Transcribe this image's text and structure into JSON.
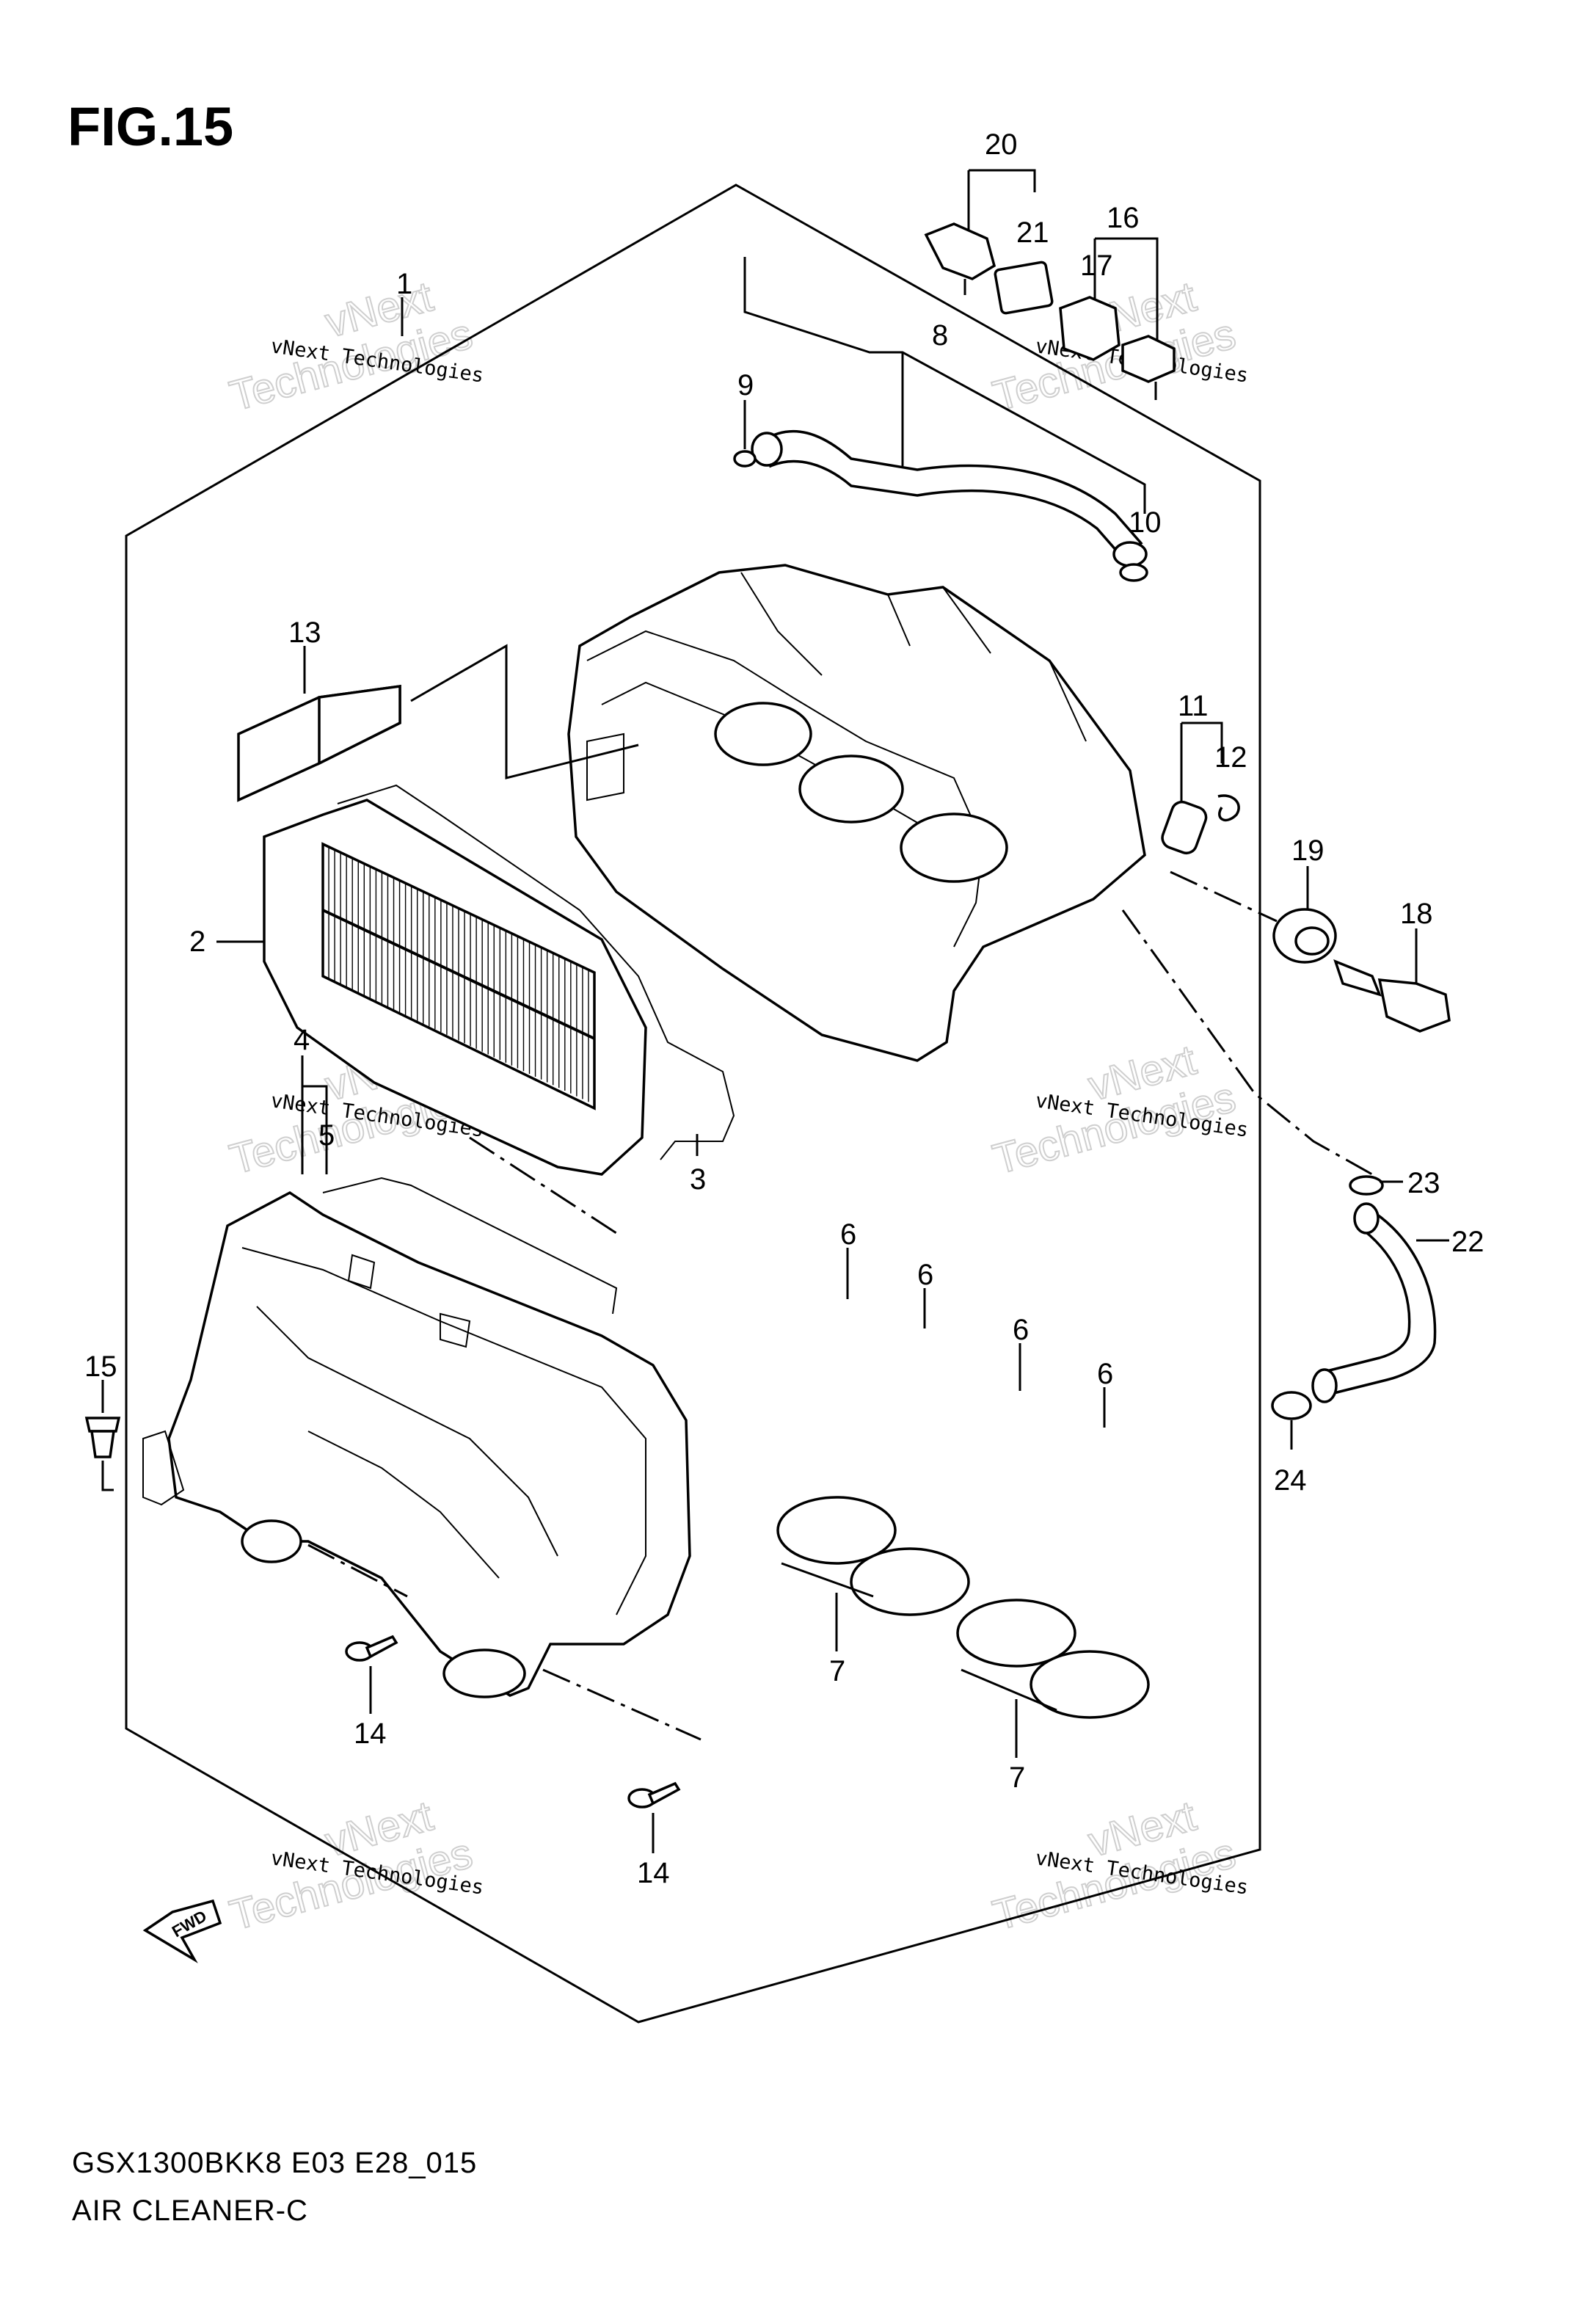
{
  "figure": {
    "title": "FIG.15",
    "model_code": "GSX1300BKK8 E03 E28_015",
    "section_name": "AIR CLEANER-C",
    "fwd_label": "FWD"
  },
  "watermark": {
    "small_text": "vNext Technologies",
    "big_line1": "vNext",
    "big_line2": "Technologies"
  },
  "callouts": [
    "1",
    "2",
    "3",
    "4",
    "5",
    "6",
    "6",
    "6",
    "6",
    "7",
    "7",
    "8",
    "9",
    "10",
    "11",
    "12",
    "13",
    "14",
    "14",
    "15",
    "16",
    "17",
    "18",
    "19",
    "20",
    "21",
    "22",
    "23",
    "24"
  ],
  "colors": {
    "line": "#000000",
    "background": "#ffffff",
    "watermark_outline": "#cfcfcf"
  }
}
